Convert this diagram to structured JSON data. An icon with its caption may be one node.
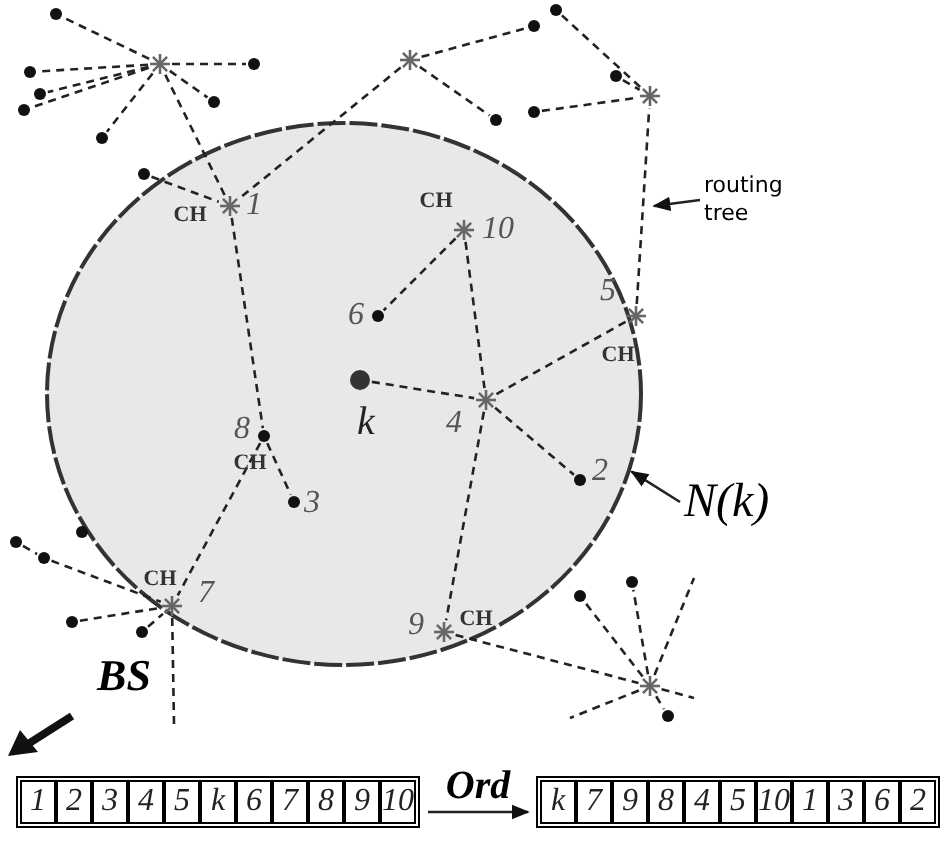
{
  "diagram": {
    "nodes": [
      {
        "text": [],
        "shape": "circle"
      },
      {
        "text": [
          "1"
        ],
        "beside": [
          "CH"
        ],
        "in": 0
      },
      {
        "text": [
          "10"
        ],
        "beside": [
          "CH"
        ],
        "in": 0
      },
      {
        "text": [
          "6"
        ],
        "in": 0
      },
      {
        "text": [
          "5"
        ],
        "beside": [
          "CH"
        ],
        "in": 0
      },
      {
        "text": [
          "k"
        ],
        "in": 0
      },
      {
        "text": [
          "4"
        ],
        "in": 0
      },
      {
        "text": [
          "8"
        ],
        "beside": [
          "CH"
        ],
        "in": 0
      },
      {
        "text": [
          "2"
        ],
        "in": 0
      },
      {
        "text": [
          "3"
        ],
        "in": 0
      },
      {
        "text": [
          "7"
        ],
        "beside": [
          "CH"
        ],
        "in": 0
      },
      {
        "text": [
          "9"
        ],
        "beside": [
          "CH"
        ],
        "in": 0
      },
      {
        "text": [],
        "shape": "star"
      },
      {
        "text": [],
        "shape": "star"
      },
      {
        "text": [],
        "shape": "star"
      },
      {
        "text": [],
        "shape": "star"
      },
      {
        "text": [],
        "shape": "dot"
      },
      {
        "text": [],
        "shape": "dot"
      },
      {
        "text": [],
        "shape": "dot"
      },
      {
        "text": [],
        "shape": "dot"
      },
      {
        "text": [],
        "shape": "dot"
      },
      {
        "text": [],
        "shape": "dot"
      },
      {
        "text": [],
        "shape": "dot"
      },
      {
        "text": [],
        "shape": "dot"
      },
      {
        "text": [],
        "shape": "dot"
      },
      {
        "text": [],
        "shape": "dot"
      },
      {
        "text": [],
        "shape": "dot"
      },
      {
        "text": [],
        "shape": "dot"
      },
      {
        "text": [],
        "shape": "dot"
      },
      {
        "text": [],
        "shape": "dot"
      },
      {
        "text": [],
        "shape": "dot"
      },
      {
        "text": [],
        "shape": "dot"
      },
      {
        "text": [],
        "shape": "dot"
      },
      {
        "text": [],
        "shape": "dot"
      },
      {
        "text": [],
        "shape": "dot"
      },
      {
        "text": [],
        "shape": "dot"
      },
      {
        "text": [],
        "shape": "dot"
      },
      {
        "text": [
          "routing tree"
        ]
      },
      {
        "text": [
          "N(k)"
        ]
      },
      {
        "text": [
          "1",
          "2",
          "3",
          "4",
          "5",
          "k",
          "6",
          "7",
          "8",
          "9",
          "10"
        ]
      },
      {
        "text": [
          "k",
          "7",
          "9",
          "8",
          "4",
          "5",
          "10",
          "1",
          "3",
          "6",
          "2"
        ]
      }
    ],
    "edges": [
      {
        "from": 12,
        "to": 16,
        "arrow": "none",
        "style": "dashed"
      },
      {
        "from": 12,
        "to": 17,
        "arrow": "none",
        "style": "dashed"
      },
      {
        "from": 12,
        "to": 18,
        "arrow": "none",
        "style": "dashed"
      },
      {
        "from": 12,
        "to": 19,
        "arrow": "none",
        "style": "dashed"
      },
      {
        "from": 12,
        "to": 20,
        "arrow": "none",
        "style": "dashed"
      },
      {
        "from": 12,
        "to": 21,
        "arrow": "none",
        "style": "dashed"
      },
      {
        "from": 12,
        "to": 22,
        "arrow": "none",
        "style": "dashed"
      },
      {
        "from": 12,
        "to": 1,
        "arrow": "none",
        "style": "dashed"
      },
      {
        "from": 13,
        "to": 1,
        "arrow": "none",
        "style": "dashed"
      },
      {
        "from": 23,
        "to": 1,
        "arrow": "none",
        "style": "dashed"
      },
      {
        "from": 13,
        "to": 25,
        "arrow": "none",
        "style": "dashed"
      },
      {
        "from": 13,
        "to": 28,
        "arrow": "none",
        "style": "dashed"
      },
      {
        "from": 24,
        "to": 14,
        "arrow": "none",
        "style": "dashed"
      },
      {
        "from": 26,
        "to": 14,
        "arrow": "none",
        "style": "dashed"
      },
      {
        "from": 27,
        "to": 14,
        "arrow": "none",
        "style": "dashed"
      },
      {
        "from": 1,
        "to": 7,
        "arrow": "none",
        "style": "dashed"
      },
      {
        "from": 7,
        "to": 9,
        "arrow": "none",
        "style": "dashed"
      },
      {
        "from": 7,
        "to": 10,
        "arrow": "none",
        "style": "dashed"
      },
      {
        "from": 2,
        "to": 3,
        "arrow": "none",
        "style": "dashed"
      },
      {
        "from": 2,
        "to": 6,
        "arrow": "none",
        "style": "dashed"
      },
      {
        "from": 5,
        "to": 6,
        "arrow": "none",
        "style": "dashed"
      },
      {
        "from": 6,
        "to": 8,
        "arrow": "none",
        "style": "dashed"
      },
      {
        "from": 6,
        "to": 4,
        "arrow": "none",
        "style": "dashed"
      },
      {
        "from": 6,
        "to": 11,
        "arrow": "none",
        "style": "dashed"
      },
      {
        "from": 4,
        "to": 14,
        "arrow": "none",
        "style": "dashed"
      },
      {
        "from": 11,
        "to": 15,
        "arrow": "none",
        "style": "dashed"
      },
      {
        "from": 15,
        "to": 34,
        "arrow": "none",
        "style": "dashed"
      },
      {
        "from": 15,
        "to": 35,
        "arrow": "none",
        "style": "dashed"
      },
      {
        "from": 15,
        "to": 36,
        "arrow": "none",
        "style": "dashed"
      },
      {
        "from": 15,
        "to": null,
        "arrow": "none",
        "style": "dashed"
      },
      {
        "from": 15,
        "to": null,
        "arrow": "none",
        "style": "dashed"
      },
      {
        "from": 15,
        "to": null,
        "arrow": "none",
        "style": "dashed"
      },
      {
        "from": 29,
        "to": 30,
        "arrow": "none",
        "style": "dashed"
      },
      {
        "from": 30,
        "to": 10,
        "arrow": "none",
        "style": "dashed"
      },
      {
        "from": 31,
        "to": 10,
        "arrow": "none",
        "style": "dashed"
      },
      {
        "from": 32,
        "to": 10,
        "arrow": "none",
        "style": "dashed"
      },
      {
        "from": 10,
        "to": null,
        "arrow": "none",
        "style": "dashed"
      },
      {
        "from": 37,
        "to": null,
        "arrow": "to"
      },
      {
        "from": 38,
        "to": 0,
        "arrow": "to"
      },
      {
        "from": 39,
        "to": 40,
        "label": "Ord",
        "arrow": "to"
      }
    ],
    "labels": [
      "BS"
    ]
  }
}
